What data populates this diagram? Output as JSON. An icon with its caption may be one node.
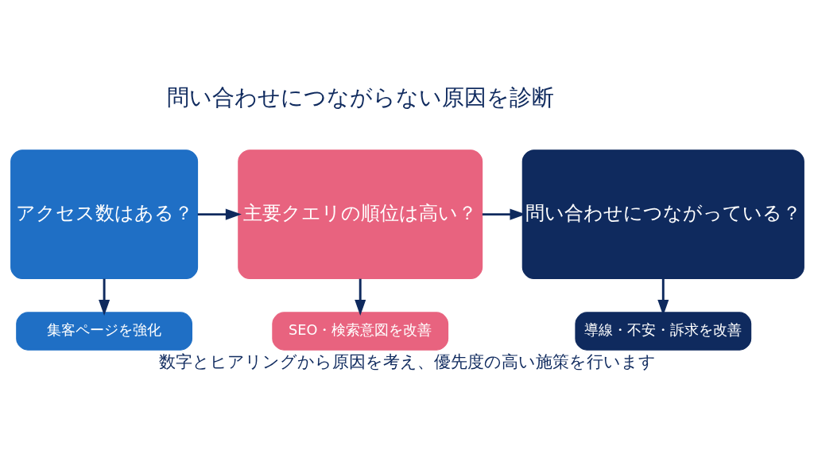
{
  "diagram": {
    "title": "問い合わせにつながらない原因を診断",
    "caption": "数字とヒアリングから原因を考え、優先度の高い施策を行います",
    "nodes": [
      {
        "text": [
          "アクセス数はある？"
        ]
      },
      {
        "text": [
          "主要クエリの順位は高い？"
        ]
      },
      {
        "text": [
          "問い合わせにつながっている？"
        ]
      },
      {
        "text": [
          "集客ページを強化"
        ]
      },
      {
        "text": [
          "SEO・検索意図を改善"
        ]
      },
      {
        "text": [
          "導線・不安・訴求を改善"
        ]
      }
    ],
    "edges": [
      {
        "from": 0,
        "to": 1,
        "arrow": "to"
      },
      {
        "from": 1,
        "to": 2,
        "arrow": "to"
      },
      {
        "from": 0,
        "to": 3,
        "arrow": "to"
      },
      {
        "from": 1,
        "to": 4,
        "arrow": "to"
      },
      {
        "from": 2,
        "to": 5,
        "arrow": "to"
      }
    ]
  }
}
